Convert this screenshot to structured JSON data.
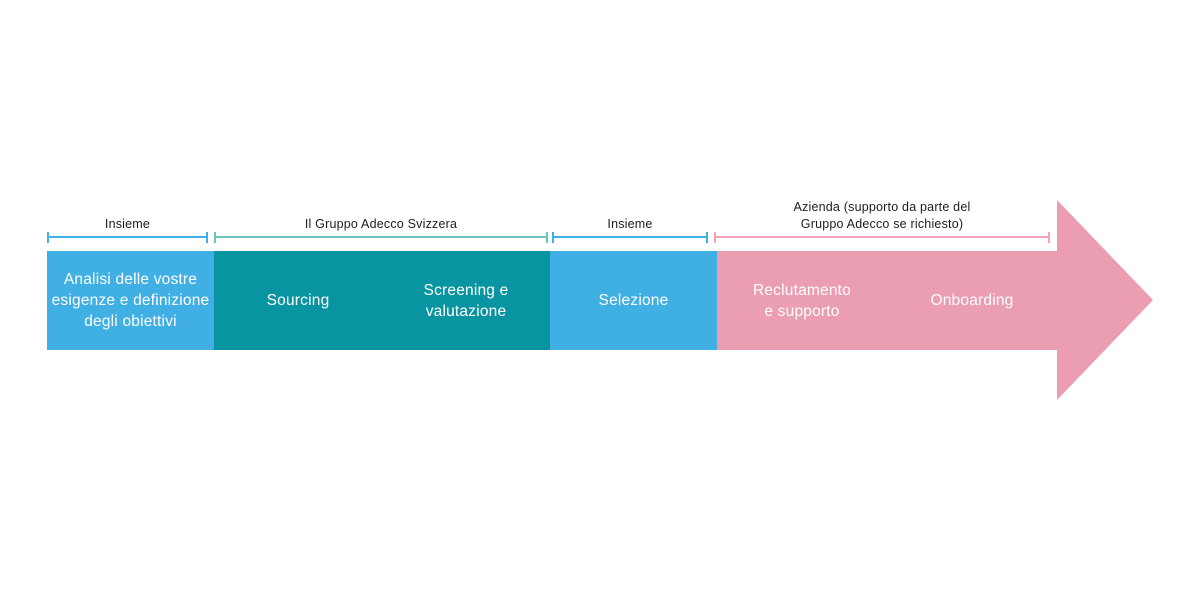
{
  "diagram": {
    "title": "Recruiting process flow",
    "background": "#ffffff",
    "text_color_labels": "#1d1d1b",
    "text_color_bars": "#ffffff",
    "arrow_color": "#eb9db1",
    "arrow_direction": "right",
    "brackets": [
      {
        "name": "insieme-1",
        "label_lines": [
          "Insieme"
        ],
        "color": "#3fafe4"
      },
      {
        "name": "gruppo-adecco-svizzera",
        "label_lines": [
          "Il Gruppo Adecco Svizzera"
        ],
        "color": "#6cc4bc"
      },
      {
        "name": "insieme-2",
        "label_lines": [
          "Insieme"
        ],
        "color": "#3fafe4"
      },
      {
        "name": "azienda",
        "label_lines": [
          "Azienda (supporto da parte del",
          "Gruppo Adecco se richiesto)"
        ],
        "color": "#f2a4b8"
      }
    ],
    "segments": [
      {
        "name": "analisi",
        "label_lines": [
          "Analisi delle vostre",
          "esigenze e definizione",
          "degli obiettivi"
        ],
        "color": "#3fafe4"
      },
      {
        "name": "sourcing",
        "label_lines": [
          "Sourcing"
        ],
        "color": "#0994a1"
      },
      {
        "name": "screening",
        "label_lines": [
          "Screening e",
          "valutazione"
        ],
        "color": "#0994a1"
      },
      {
        "name": "selezione",
        "label_lines": [
          "Selezione"
        ],
        "color": "#3fafe4"
      },
      {
        "name": "reclutamento",
        "label_lines": [
          "Reclutamento",
          "e supporto"
        ],
        "color": "#eb9db1"
      },
      {
        "name": "onboarding",
        "label_lines": [
          "Onboarding"
        ],
        "color": "#eb9db1"
      }
    ]
  }
}
